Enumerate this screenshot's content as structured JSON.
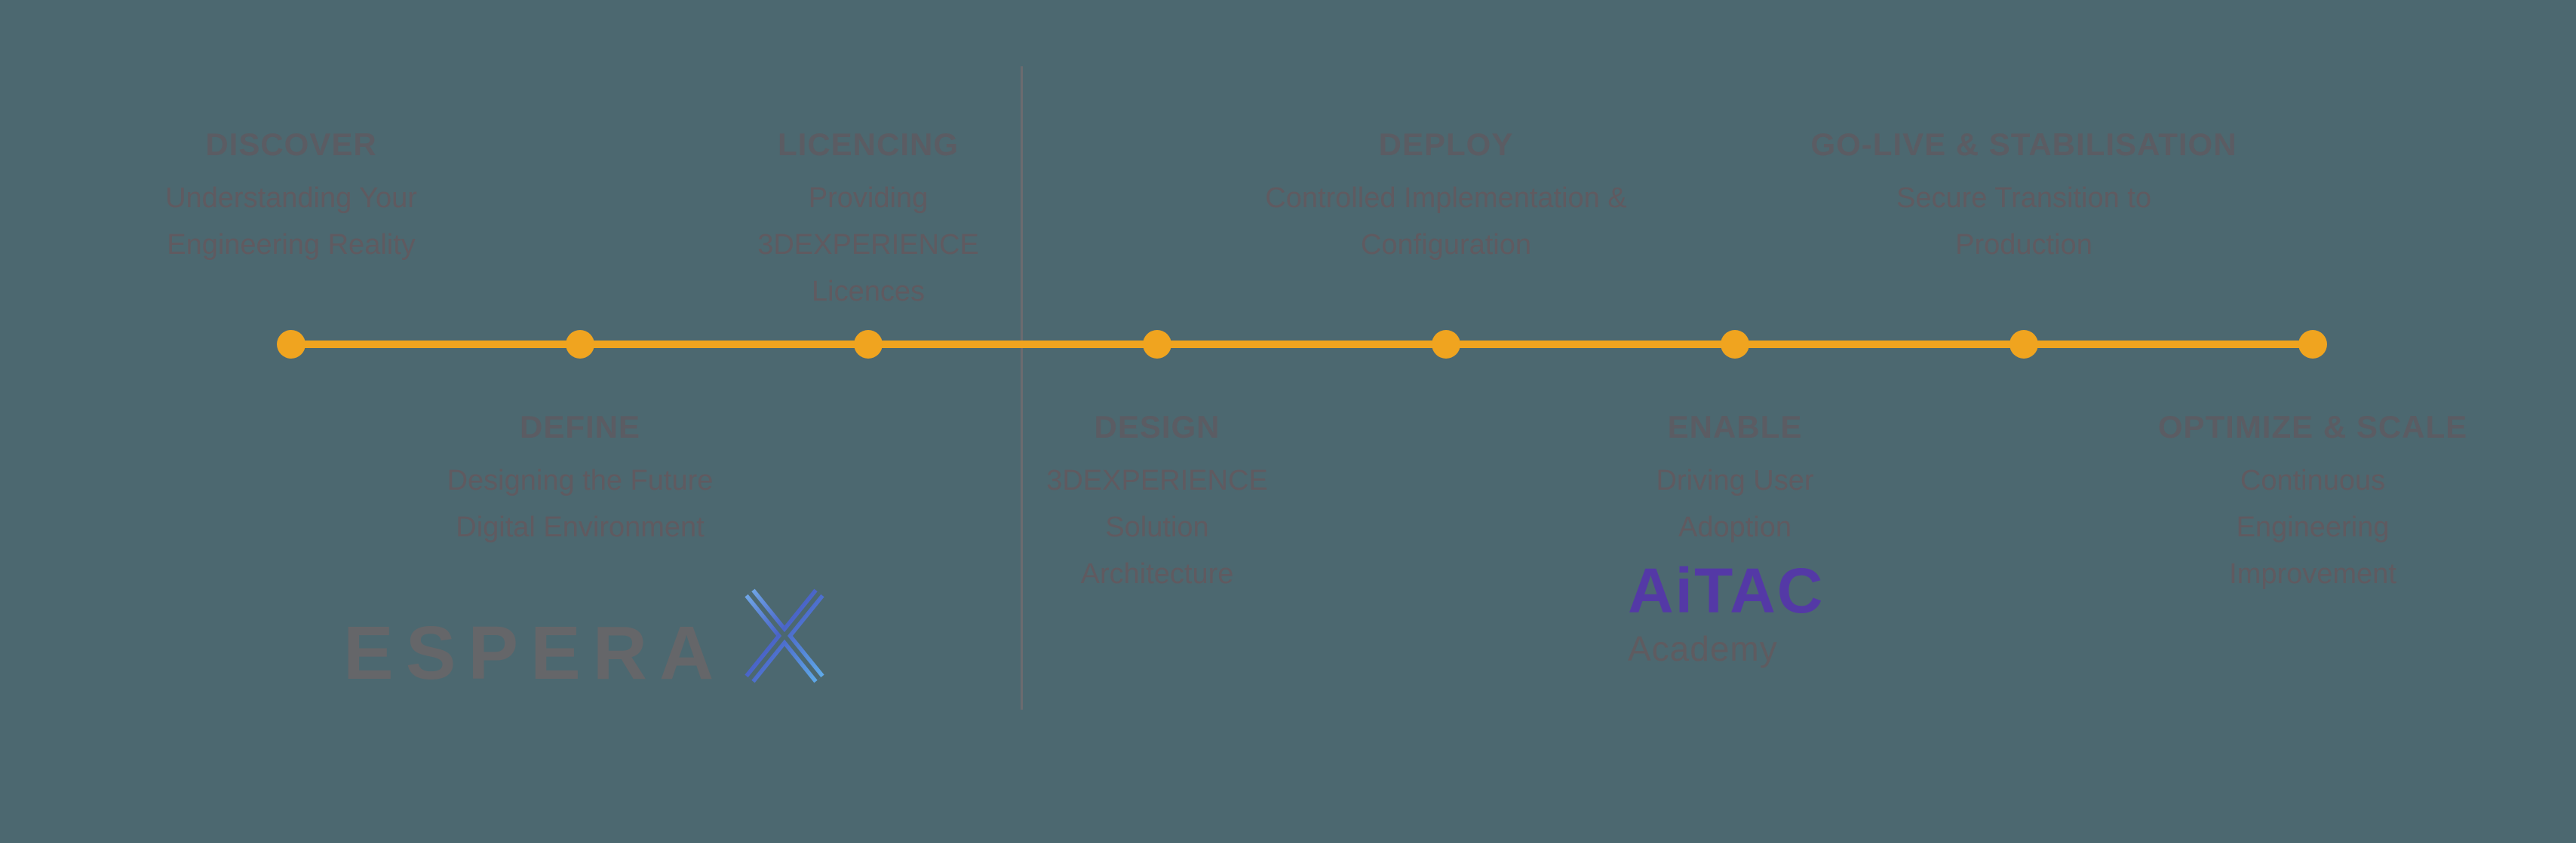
{
  "colors": {
    "background": "#4C6870",
    "accent-orange": "#F0A41F",
    "title-gray": "#5B5C63",
    "subtitle-gray": "#605A60",
    "divider": "#6F6B6F",
    "espera-gray": "#656669",
    "x-blue-dark": "#4A64C8",
    "x-blue-light": "#63A9E8",
    "aitac-purple": "#5439A6",
    "academy-gray": "#5F5B60"
  },
  "timeline": {
    "milestones": [
      {
        "title": "DISCOVER",
        "subtitle": "Understanding Your\nEngineering Reality",
        "side": "top"
      },
      {
        "title": "DEFINE",
        "subtitle": "Designing the Future\nDigital Environment",
        "side": "bottom"
      },
      {
        "title": "LICENCING",
        "subtitle": "Providing\n3DEXPERIENCE\nLicences",
        "side": "top"
      },
      {
        "title": "DESIGN",
        "subtitle": "3DEXPERIENCE\nSolution\nArchitecture",
        "side": "bottom"
      },
      {
        "title": "DEPLOY",
        "subtitle": "Controlled Implementation &\nConfiguration",
        "side": "top"
      },
      {
        "title": "ENABLE",
        "subtitle": "Driving User\nAdoption",
        "side": "bottom"
      },
      {
        "title": "GO-LIVE & STABILISATION",
        "subtitle": "Secure Transition to\nProduction",
        "side": "top"
      },
      {
        "title": "OPTIMIZE & SCALE",
        "subtitle": "Continuous\nEngineering\nImprovement",
        "side": "bottom"
      }
    ]
  },
  "logos": {
    "espera": {
      "wordmark": "ESPERA",
      "x_mark": "X"
    },
    "aitac": {
      "wordmark": "AiTAC",
      "subtext": "Academy"
    }
  }
}
